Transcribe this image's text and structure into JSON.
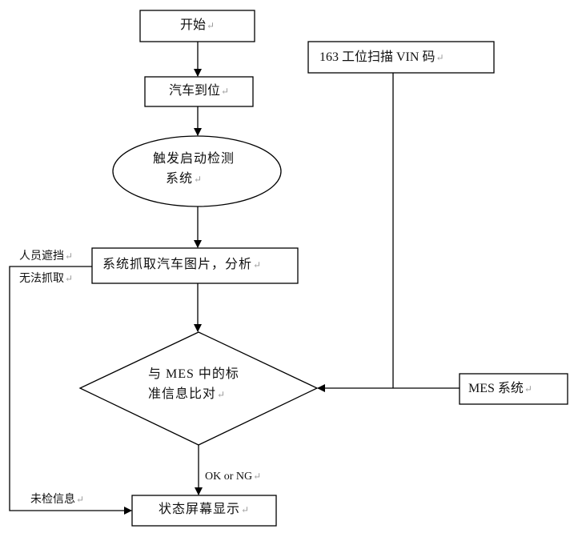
{
  "diagram": {
    "type": "flowchart",
    "return_mark": "↵",
    "nodes": {
      "start": {
        "shape": "rectangle",
        "label": "开始"
      },
      "car_in_position": {
        "shape": "rectangle",
        "label": "汽车到位"
      },
      "trigger_detection": {
        "shape": "ellipse",
        "label_line1": "触发启动检测",
        "label_line2": "系统"
      },
      "capture_analyze": {
        "shape": "rectangle",
        "label": "系统抓取汽车图片，分析"
      },
      "compare_mes": {
        "shape": "diamond",
        "label_line1": "与 MES 中的标",
        "label_line2": "准信息比对"
      },
      "status_display": {
        "shape": "rectangle",
        "label": "状态屏幕显示"
      },
      "scan_vin": {
        "shape": "rectangle",
        "label": "163 工位扫描 VIN 码"
      },
      "mes_system": {
        "shape": "rectangle",
        "label": "MES 系统"
      }
    },
    "edges": [
      {
        "from": "start",
        "to": "car_in_position",
        "label": ""
      },
      {
        "from": "car_in_position",
        "to": "trigger_detection",
        "label": ""
      },
      {
        "from": "trigger_detection",
        "to": "capture_analyze",
        "label": ""
      },
      {
        "from": "capture_analyze",
        "to": "compare_mes",
        "label": ""
      },
      {
        "from": "compare_mes",
        "to": "status_display",
        "label": "OK or NG"
      },
      {
        "from": "scan_vin",
        "to": "compare_mes",
        "label": ""
      },
      {
        "from": "mes_system",
        "to": "compare_mes",
        "label": ""
      },
      {
        "from": "capture_analyze",
        "to": "status_display",
        "label": "未检信息"
      }
    ],
    "annotations": {
      "person_blocking": "人员遮挡",
      "cannot_capture": "无法抓取",
      "not_inspected": "未检信息",
      "ok_or_ng": "OK or NG"
    }
  }
}
